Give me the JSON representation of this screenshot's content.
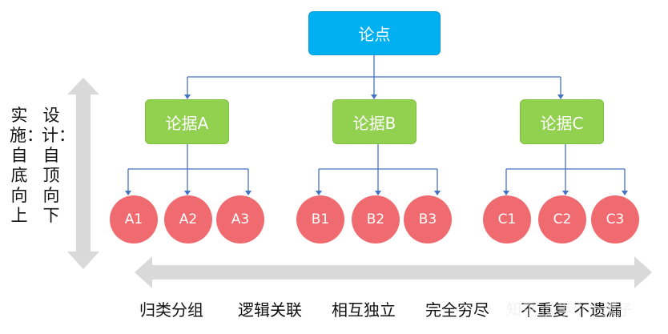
{
  "root": {
    "label": "论点"
  },
  "arguments": [
    {
      "label": "论据A",
      "children": [
        "A1",
        "A2",
        "A3"
      ]
    },
    {
      "label": "论据B",
      "children": [
        "B1",
        "B2",
        "B3"
      ]
    },
    {
      "label": "论据C",
      "children": [
        "C1",
        "C2",
        "C3"
      ]
    }
  ],
  "side_labels": {
    "implementation": "实施：自底向上",
    "design": "设计：自顶向下"
  },
  "bottom_labels": [
    "归类分组",
    "逻辑关联",
    "相互独立",
    "完全穷尽",
    "不重复 不遗漏"
  ],
  "watermark": "知乎 @半个小栗子",
  "colors": {
    "root": "#00b0f0",
    "argument": "#92d050",
    "leaf": "#f06b70",
    "connector": "#4472c4",
    "arrow": "#d9d9d9"
  }
}
